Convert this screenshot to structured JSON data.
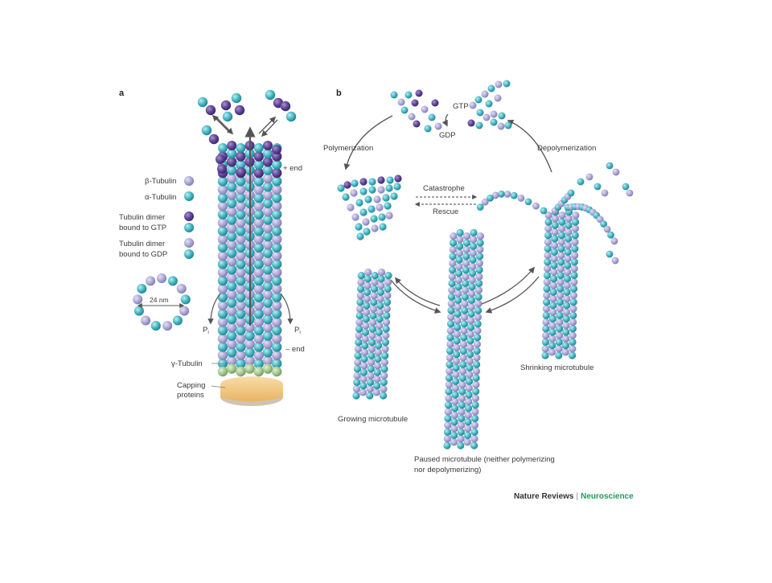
{
  "panel_a": {
    "letter": "a",
    "legend": {
      "beta_tubulin": "β-Tubulin",
      "alpha_tubulin": "α-Tubulin",
      "gtp_line1": "Tubulin dimer",
      "gtp_line2": "bound to GTP",
      "gdp_line1": "Tubulin dimer",
      "gdp_line2": "bound to GDP"
    },
    "ring_label": "24 nm",
    "plus_end": "+ end",
    "minus_end": "– end",
    "pi_left": "P",
    "pi_right": "P",
    "pi_sub": "i",
    "gamma_tubulin": "γ-Tubulin",
    "capping_line1": "Capping",
    "capping_line2": "proteins"
  },
  "panel_b": {
    "letter": "b",
    "gtp": "GTP",
    "gdp": "GDP",
    "polymerization": "Polymerization",
    "depolymerization": "Depolymerization",
    "catastrophe": "Catastrophe",
    "rescue": "Rescue",
    "growing": "Growing microtubule",
    "shrinking": "Shrinking microtubule",
    "paused_line1": "Paused microtubule (neither polymerizing",
    "paused_line2": "nor depolymerizing)"
  },
  "credit": {
    "publisher": "Nature Reviews",
    "separator": "|",
    "journal": "Neuroscience"
  },
  "colors": {
    "beta_tubulin": "#a9a3d3",
    "alpha_tubulin": "#3fb1bf",
    "gtp_beta": "#5b3f93",
    "gamma_tubulin": "#9fc48a",
    "cap": "#f2c57c",
    "arrow": "#555555"
  }
}
